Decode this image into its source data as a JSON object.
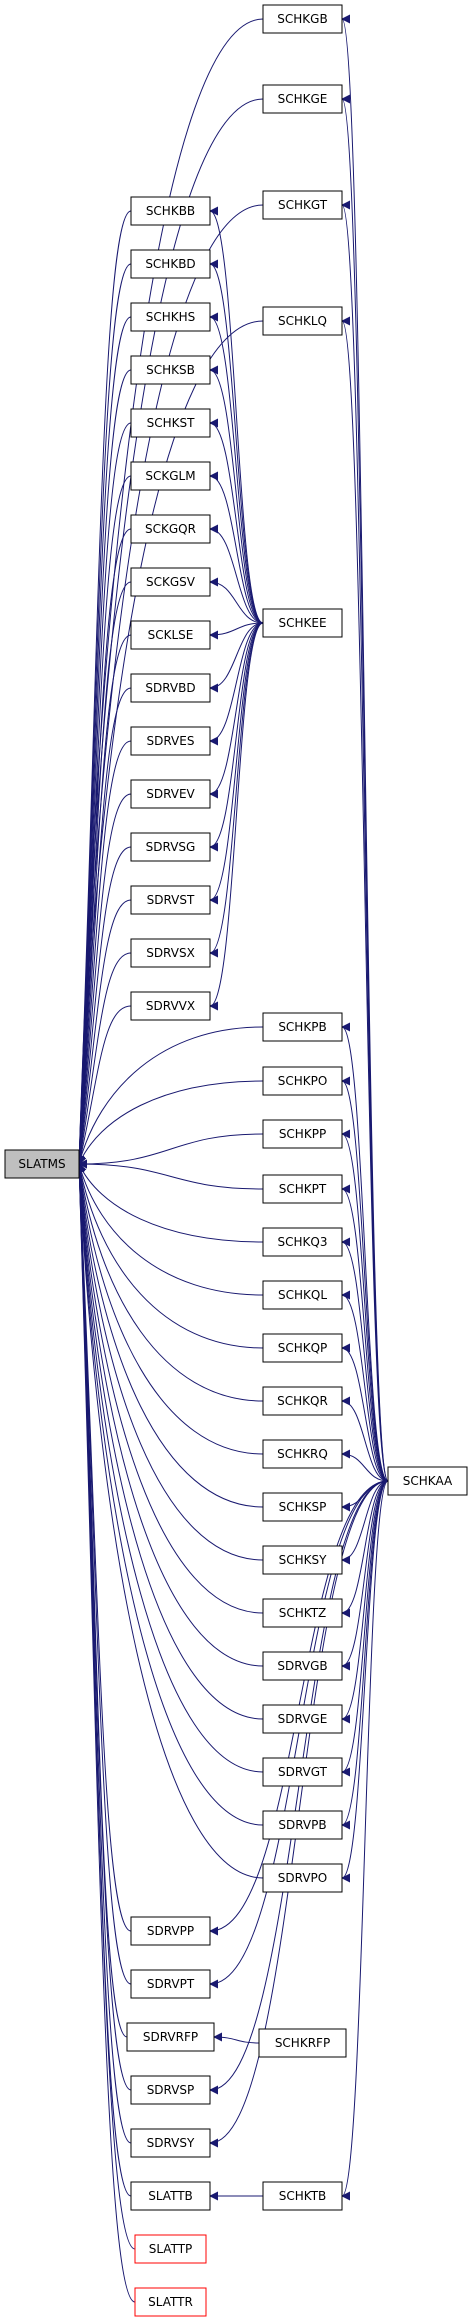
{
  "diagram": {
    "colors": {
      "edge": "#191970",
      "node_border": "#000000",
      "highlight_fill": "#bfbfbf",
      "missing_border": "#ff0000",
      "background": "#ffffff"
    },
    "root": "SLATMS",
    "nodes": [
      {
        "id": "SCHKGB",
        "label": "SCHKGB"
      },
      {
        "id": "SCHKGE",
        "label": "SCHKGE"
      },
      {
        "id": "SCHKGT",
        "label": "SCHKGT"
      },
      {
        "id": "SCHKBB",
        "label": "SCHKBB"
      },
      {
        "id": "SCHKBD",
        "label": "SCHKBD"
      },
      {
        "id": "SCHKHS",
        "label": "SCHKHS"
      },
      {
        "id": "SCHKLQ",
        "label": "SCHKLQ"
      },
      {
        "id": "SCHKSB",
        "label": "SCHKSB"
      },
      {
        "id": "SCHKST",
        "label": "SCHKST"
      },
      {
        "id": "SCKGLM",
        "label": "SCKGLM"
      },
      {
        "id": "SCKGQR",
        "label": "SCKGQR"
      },
      {
        "id": "SCKGSV",
        "label": "SCKGSV"
      },
      {
        "id": "SCKLSE",
        "label": "SCKLSE"
      },
      {
        "id": "SCHKEE",
        "label": "SCHKEE"
      },
      {
        "id": "SDRVBD",
        "label": "SDRVBD"
      },
      {
        "id": "SDRVES",
        "label": "SDRVES"
      },
      {
        "id": "SDRVEV",
        "label": "SDRVEV"
      },
      {
        "id": "SDRVSG",
        "label": "SDRVSG"
      },
      {
        "id": "SDRVST",
        "label": "SDRVST"
      },
      {
        "id": "SDRVSX",
        "label": "SDRVSX"
      },
      {
        "id": "SDRVVX",
        "label": "SDRVVX"
      },
      {
        "id": "SCHKPB",
        "label": "SCHKPB"
      },
      {
        "id": "SCHKPO",
        "label": "SCHKPO"
      },
      {
        "id": "SCHKPP",
        "label": "SCHKPP"
      },
      {
        "id": "SLATMS",
        "label": "SLATMS",
        "style": "highlight"
      },
      {
        "id": "SCHKPT",
        "label": "SCHKPT"
      },
      {
        "id": "SCHKQ3",
        "label": "SCHKQ3"
      },
      {
        "id": "SCHKQL",
        "label": "SCHKQL"
      },
      {
        "id": "SCHKQP",
        "label": "SCHKQP"
      },
      {
        "id": "SCHKQR",
        "label": "SCHKQR"
      },
      {
        "id": "SCHKRQ",
        "label": "SCHKRQ"
      },
      {
        "id": "SCHKAA",
        "label": "SCHKAA"
      },
      {
        "id": "SCHKSP",
        "label": "SCHKSP"
      },
      {
        "id": "SCHKSY",
        "label": "SCHKSY"
      },
      {
        "id": "SCHKTZ",
        "label": "SCHKTZ"
      },
      {
        "id": "SDRVGB",
        "label": "SDRVGB"
      },
      {
        "id": "SDRVGE",
        "label": "SDRVGE"
      },
      {
        "id": "SDRVGT",
        "label": "SDRVGT"
      },
      {
        "id": "SDRVPB",
        "label": "SDRVPB"
      },
      {
        "id": "SDRVPO",
        "label": "SDRVPO"
      },
      {
        "id": "SDRVPP",
        "label": "SDRVPP"
      },
      {
        "id": "SDRVPT",
        "label": "SDRVPT"
      },
      {
        "id": "SDRVRFP",
        "label": "SDRVRFP"
      },
      {
        "id": "SCHKRFP",
        "label": "SCHKRFP"
      },
      {
        "id": "SDRVSP",
        "label": "SDRVSP"
      },
      {
        "id": "SDRVSY",
        "label": "SDRVSY"
      },
      {
        "id": "SLATTB",
        "label": "SLATTB"
      },
      {
        "id": "SCHKTB",
        "label": "SCHKTB"
      },
      {
        "id": "SLATTP",
        "label": "SLATTP",
        "style": "missing"
      },
      {
        "id": "SLATTR",
        "label": "SLATTR",
        "style": "missing"
      }
    ],
    "edges": [
      [
        "SLATMS",
        "SCHKGB"
      ],
      [
        "SLATMS",
        "SCHKGE"
      ],
      [
        "SLATMS",
        "SCHKGT"
      ],
      [
        "SLATMS",
        "SCHKBB"
      ],
      [
        "SLATMS",
        "SCHKBD"
      ],
      [
        "SLATMS",
        "SCHKHS"
      ],
      [
        "SLATMS",
        "SCHKLQ"
      ],
      [
        "SLATMS",
        "SCHKSB"
      ],
      [
        "SLATMS",
        "SCHKST"
      ],
      [
        "SLATMS",
        "SCKGLM"
      ],
      [
        "SLATMS",
        "SCKGQR"
      ],
      [
        "SLATMS",
        "SCKGSV"
      ],
      [
        "SLATMS",
        "SCKLSE"
      ],
      [
        "SLATMS",
        "SDRVBD"
      ],
      [
        "SLATMS",
        "SDRVES"
      ],
      [
        "SLATMS",
        "SDRVEV"
      ],
      [
        "SLATMS",
        "SDRVSG"
      ],
      [
        "SLATMS",
        "SDRVST"
      ],
      [
        "SLATMS",
        "SDRVSX"
      ],
      [
        "SLATMS",
        "SDRVVX"
      ],
      [
        "SLATMS",
        "SCHKPB"
      ],
      [
        "SLATMS",
        "SCHKPO"
      ],
      [
        "SLATMS",
        "SCHKPP"
      ],
      [
        "SLATMS",
        "SCHKPT"
      ],
      [
        "SLATMS",
        "SCHKQ3"
      ],
      [
        "SLATMS",
        "SCHKQL"
      ],
      [
        "SLATMS",
        "SCHKQP"
      ],
      [
        "SLATMS",
        "SCHKQR"
      ],
      [
        "SLATMS",
        "SCHKRQ"
      ],
      [
        "SLATMS",
        "SCHKSP"
      ],
      [
        "SLATMS",
        "SCHKSY"
      ],
      [
        "SLATMS",
        "SCHKTZ"
      ],
      [
        "SLATMS",
        "SDRVGB"
      ],
      [
        "SLATMS",
        "SDRVGE"
      ],
      [
        "SLATMS",
        "SDRVGT"
      ],
      [
        "SLATMS",
        "SDRVPB"
      ],
      [
        "SLATMS",
        "SDRVPO"
      ],
      [
        "SLATMS",
        "SDRVPP"
      ],
      [
        "SLATMS",
        "SDRVPT"
      ],
      [
        "SLATMS",
        "SDRVRFP"
      ],
      [
        "SLATMS",
        "SDRVSP"
      ],
      [
        "SLATMS",
        "SDRVSY"
      ],
      [
        "SLATMS",
        "SLATTB"
      ],
      [
        "SLATMS",
        "SLATTP"
      ],
      [
        "SLATMS",
        "SLATTR"
      ],
      [
        "SCHKBB",
        "SCHKEE"
      ],
      [
        "SCHKBD",
        "SCHKEE"
      ],
      [
        "SCHKHS",
        "SCHKEE"
      ],
      [
        "SCHKSB",
        "SCHKEE"
      ],
      [
        "SCHKST",
        "SCHKEE"
      ],
      [
        "SCKGLM",
        "SCHKEE"
      ],
      [
        "SCKGQR",
        "SCHKEE"
      ],
      [
        "SCKGSV",
        "SCHKEE"
      ],
      [
        "SCKLSE",
        "SCHKEE"
      ],
      [
        "SDRVBD",
        "SCHKEE"
      ],
      [
        "SDRVES",
        "SCHKEE"
      ],
      [
        "SDRVEV",
        "SCHKEE"
      ],
      [
        "SDRVSG",
        "SCHKEE"
      ],
      [
        "SDRVST",
        "SCHKEE"
      ],
      [
        "SDRVSX",
        "SCHKEE"
      ],
      [
        "SDRVVX",
        "SCHKEE"
      ],
      [
        "SCHKGB",
        "SCHKAA"
      ],
      [
        "SCHKGE",
        "SCHKAA"
      ],
      [
        "SCHKGT",
        "SCHKAA"
      ],
      [
        "SCHKLQ",
        "SCHKAA"
      ],
      [
        "SCHKPB",
        "SCHKAA"
      ],
      [
        "SCHKPO",
        "SCHKAA"
      ],
      [
        "SCHKPP",
        "SCHKAA"
      ],
      [
        "SCHKPT",
        "SCHKAA"
      ],
      [
        "SCHKQ3",
        "SCHKAA"
      ],
      [
        "SCHKQL",
        "SCHKAA"
      ],
      [
        "SCHKQP",
        "SCHKAA"
      ],
      [
        "SCHKQR",
        "SCHKAA"
      ],
      [
        "SCHKRQ",
        "SCHKAA"
      ],
      [
        "SCHKSP",
        "SCHKAA"
      ],
      [
        "SCHKSY",
        "SCHKAA"
      ],
      [
        "SCHKTZ",
        "SCHKAA"
      ],
      [
        "SDRVGB",
        "SCHKAA"
      ],
      [
        "SDRVGE",
        "SCHKAA"
      ],
      [
        "SDRVGT",
        "SCHKAA"
      ],
      [
        "SDRVPB",
        "SCHKAA"
      ],
      [
        "SDRVPO",
        "SCHKAA"
      ],
      [
        "SDRVPP",
        "SCHKAA"
      ],
      [
        "SDRVPT",
        "SCHKAA"
      ],
      [
        "SDRVSP",
        "SCHKAA"
      ],
      [
        "SDRVSY",
        "SCHKAA"
      ],
      [
        "SCHKTB",
        "SCHKAA"
      ],
      [
        "SDRVRFP",
        "SCHKRFP"
      ],
      [
        "SLATTB",
        "SCHKTB"
      ]
    ]
  }
}
